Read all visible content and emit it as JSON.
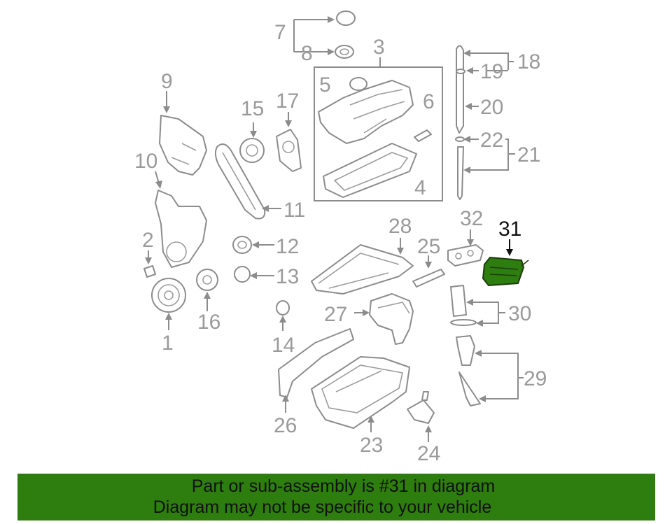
{
  "diagram": {
    "labels": {
      "p1": "1",
      "p2": "2",
      "p3": "3",
      "p4": "4",
      "p5": "5",
      "p6": "6",
      "p7": "7",
      "p8": "8",
      "p9": "9",
      "p10": "10",
      "p11": "11",
      "p12": "12",
      "p13": "13",
      "p14": "14",
      "p15": "15",
      "p16": "16",
      "p17": "17",
      "p18": "18",
      "p19": "19",
      "p20": "20",
      "p21": "21",
      "p22": "22",
      "p23": "23",
      "p24": "24",
      "p25": "25",
      "p26": "26",
      "p27": "27",
      "p28": "28",
      "p29": "29",
      "p30": "30",
      "p31": "31",
      "p32": "32"
    },
    "highlighted_part": "31",
    "colors": {
      "highlight_fill": "#2e7d0f",
      "line": "#8c8c8c",
      "banner": "#2e7d0f"
    }
  },
  "banner": {
    "line1": "Part or sub-assembly is #31 in diagram",
    "line2": "Diagram may not be specific to your vehicle"
  }
}
